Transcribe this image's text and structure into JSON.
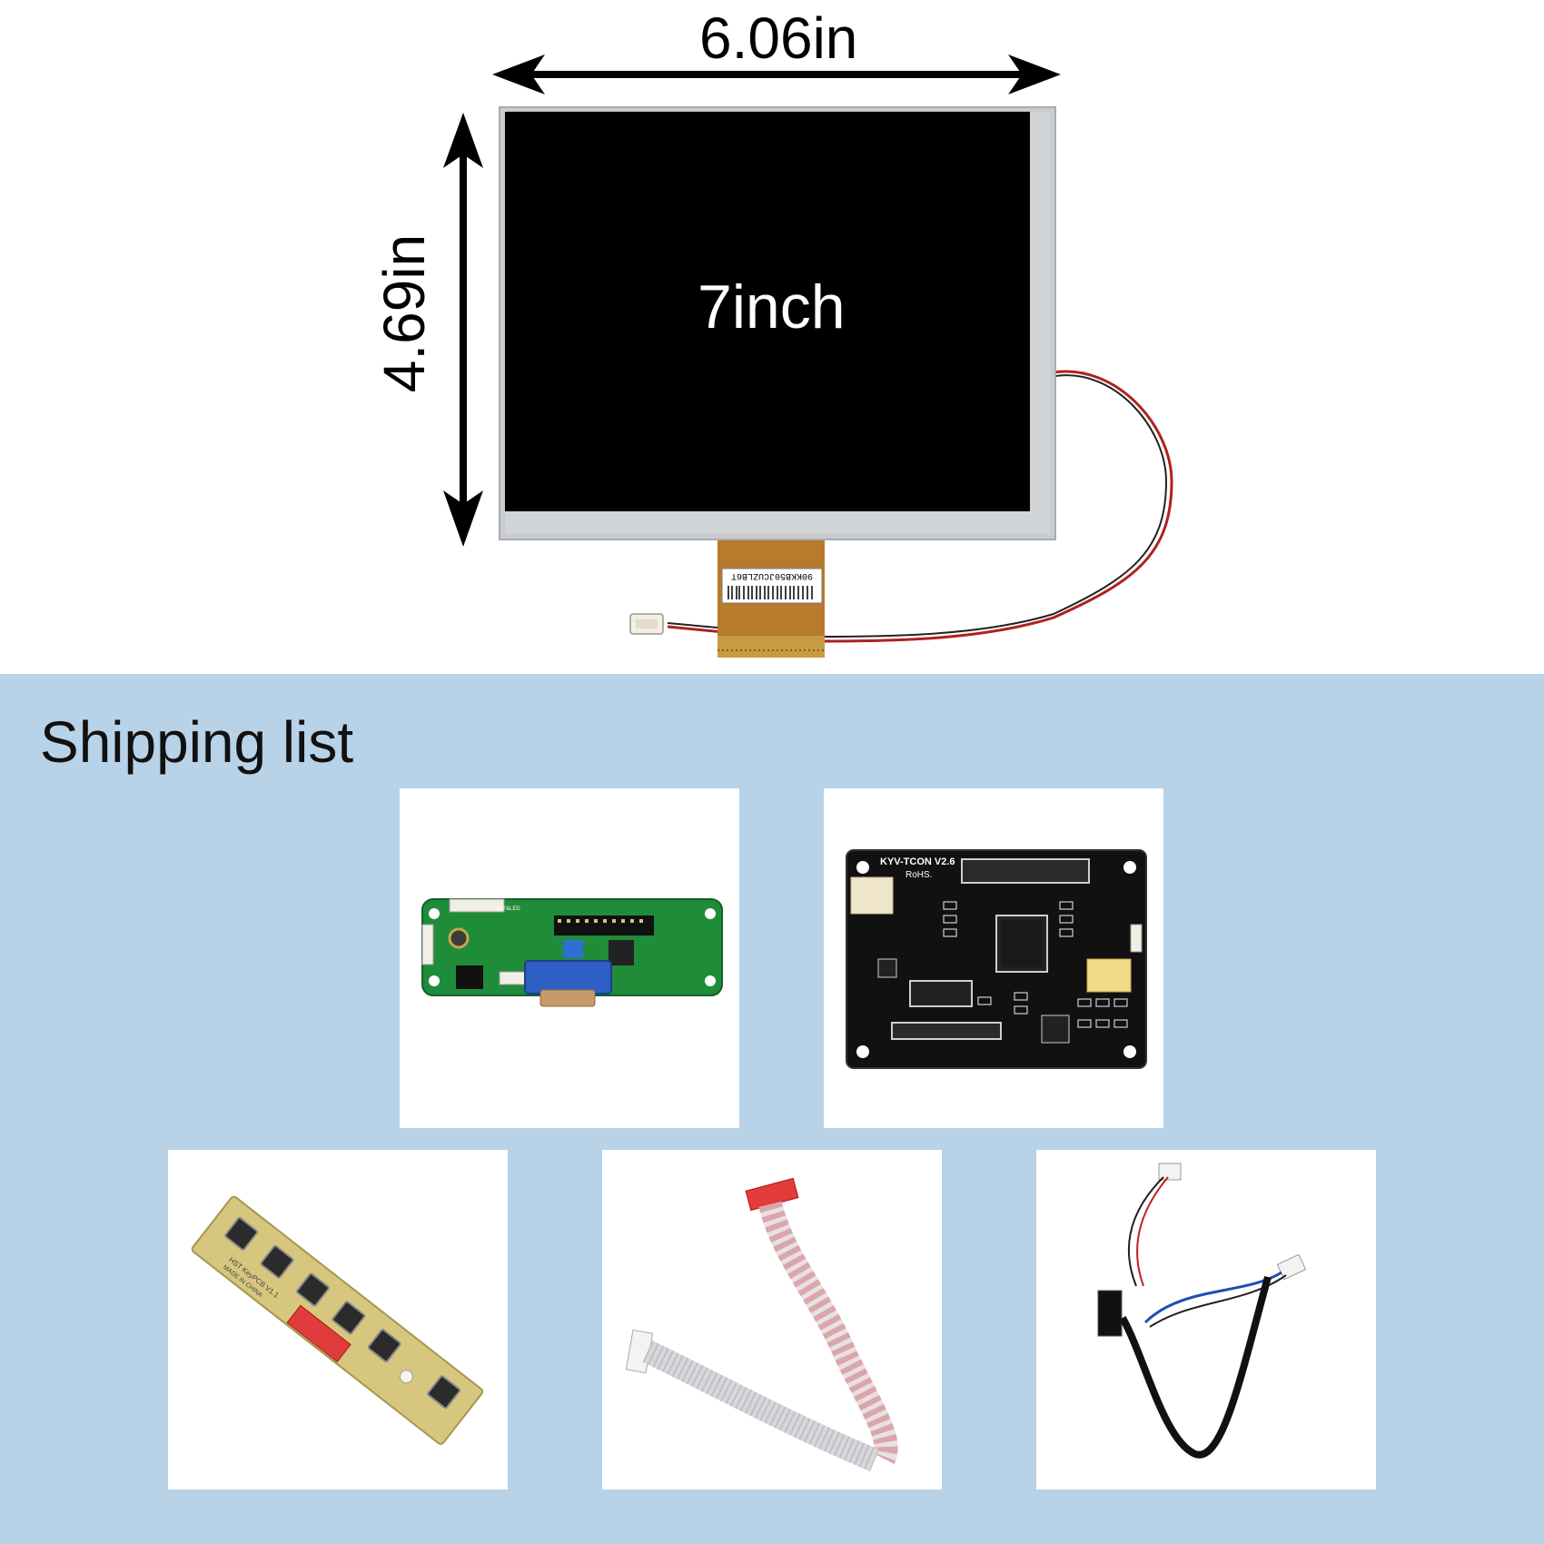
{
  "product": {
    "width_label": "6.06in",
    "height_label": "4.69in",
    "screen_label": "7inch",
    "barcode_text": "90KKB50JCUZLB6T"
  },
  "shipping": {
    "title": "Shipping list",
    "items": [
      {
        "icon": "vga-controller-board-icon",
        "board_text": "KEY&LED"
      },
      {
        "icon": "tcon-board-icon",
        "board_text": "KYV-TCON V2.6",
        "board_sub": "RoHS."
      },
      {
        "icon": "keypad-board-icon",
        "board_text": "HST KeyPCB V1.1",
        "board_sub": "MADE IN CHINA"
      },
      {
        "icon": "ribbon-cable-icon"
      },
      {
        "icon": "lvds-cable-icon"
      }
    ]
  },
  "colors": {
    "background_bottom": "#b8d2e7",
    "screen": "#000000",
    "bezel": "#c9ccce",
    "fpc": "#b87a2c"
  }
}
